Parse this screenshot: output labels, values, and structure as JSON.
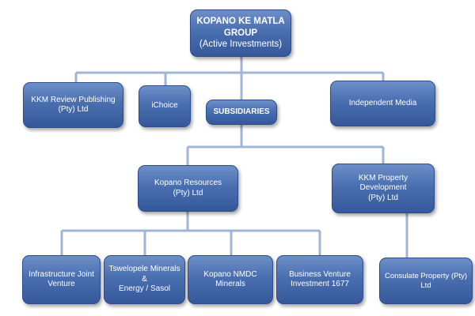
{
  "root": {
    "title": "KOPANO KE MATLA GROUP",
    "subtitle": "(Active Investments)"
  },
  "tier1": {
    "kkm_review": [
      "KKM Review Publishing",
      "(Pty) Ltd"
    ],
    "ichoice": "iChoice",
    "subsidiaries": "SUBSIDIARIES",
    "independent_media": "Independent Media"
  },
  "tier2": {
    "kopano_resources": [
      "Kopano Resources",
      "(Pty) Ltd"
    ],
    "kkm_property": [
      "KKM Property Development",
      "(Pty) Ltd"
    ]
  },
  "tier3": {
    "infrastructure": [
      "Infrastructure Joint",
      "Venture"
    ],
    "tswelopele": [
      "Tswelopele Minerals &",
      "Energy / Sasol"
    ],
    "kopano_nmdc": "Kopano NMDC Minerals",
    "business_venture": [
      "Business Venture",
      "Investment 1677"
    ],
    "consulate": "Consulate Property (Pty) Ltd"
  },
  "colors": {
    "node_fill": "#4a6fb0",
    "node_border": "#2c4d8a",
    "connector": "#9fb4d6"
  }
}
